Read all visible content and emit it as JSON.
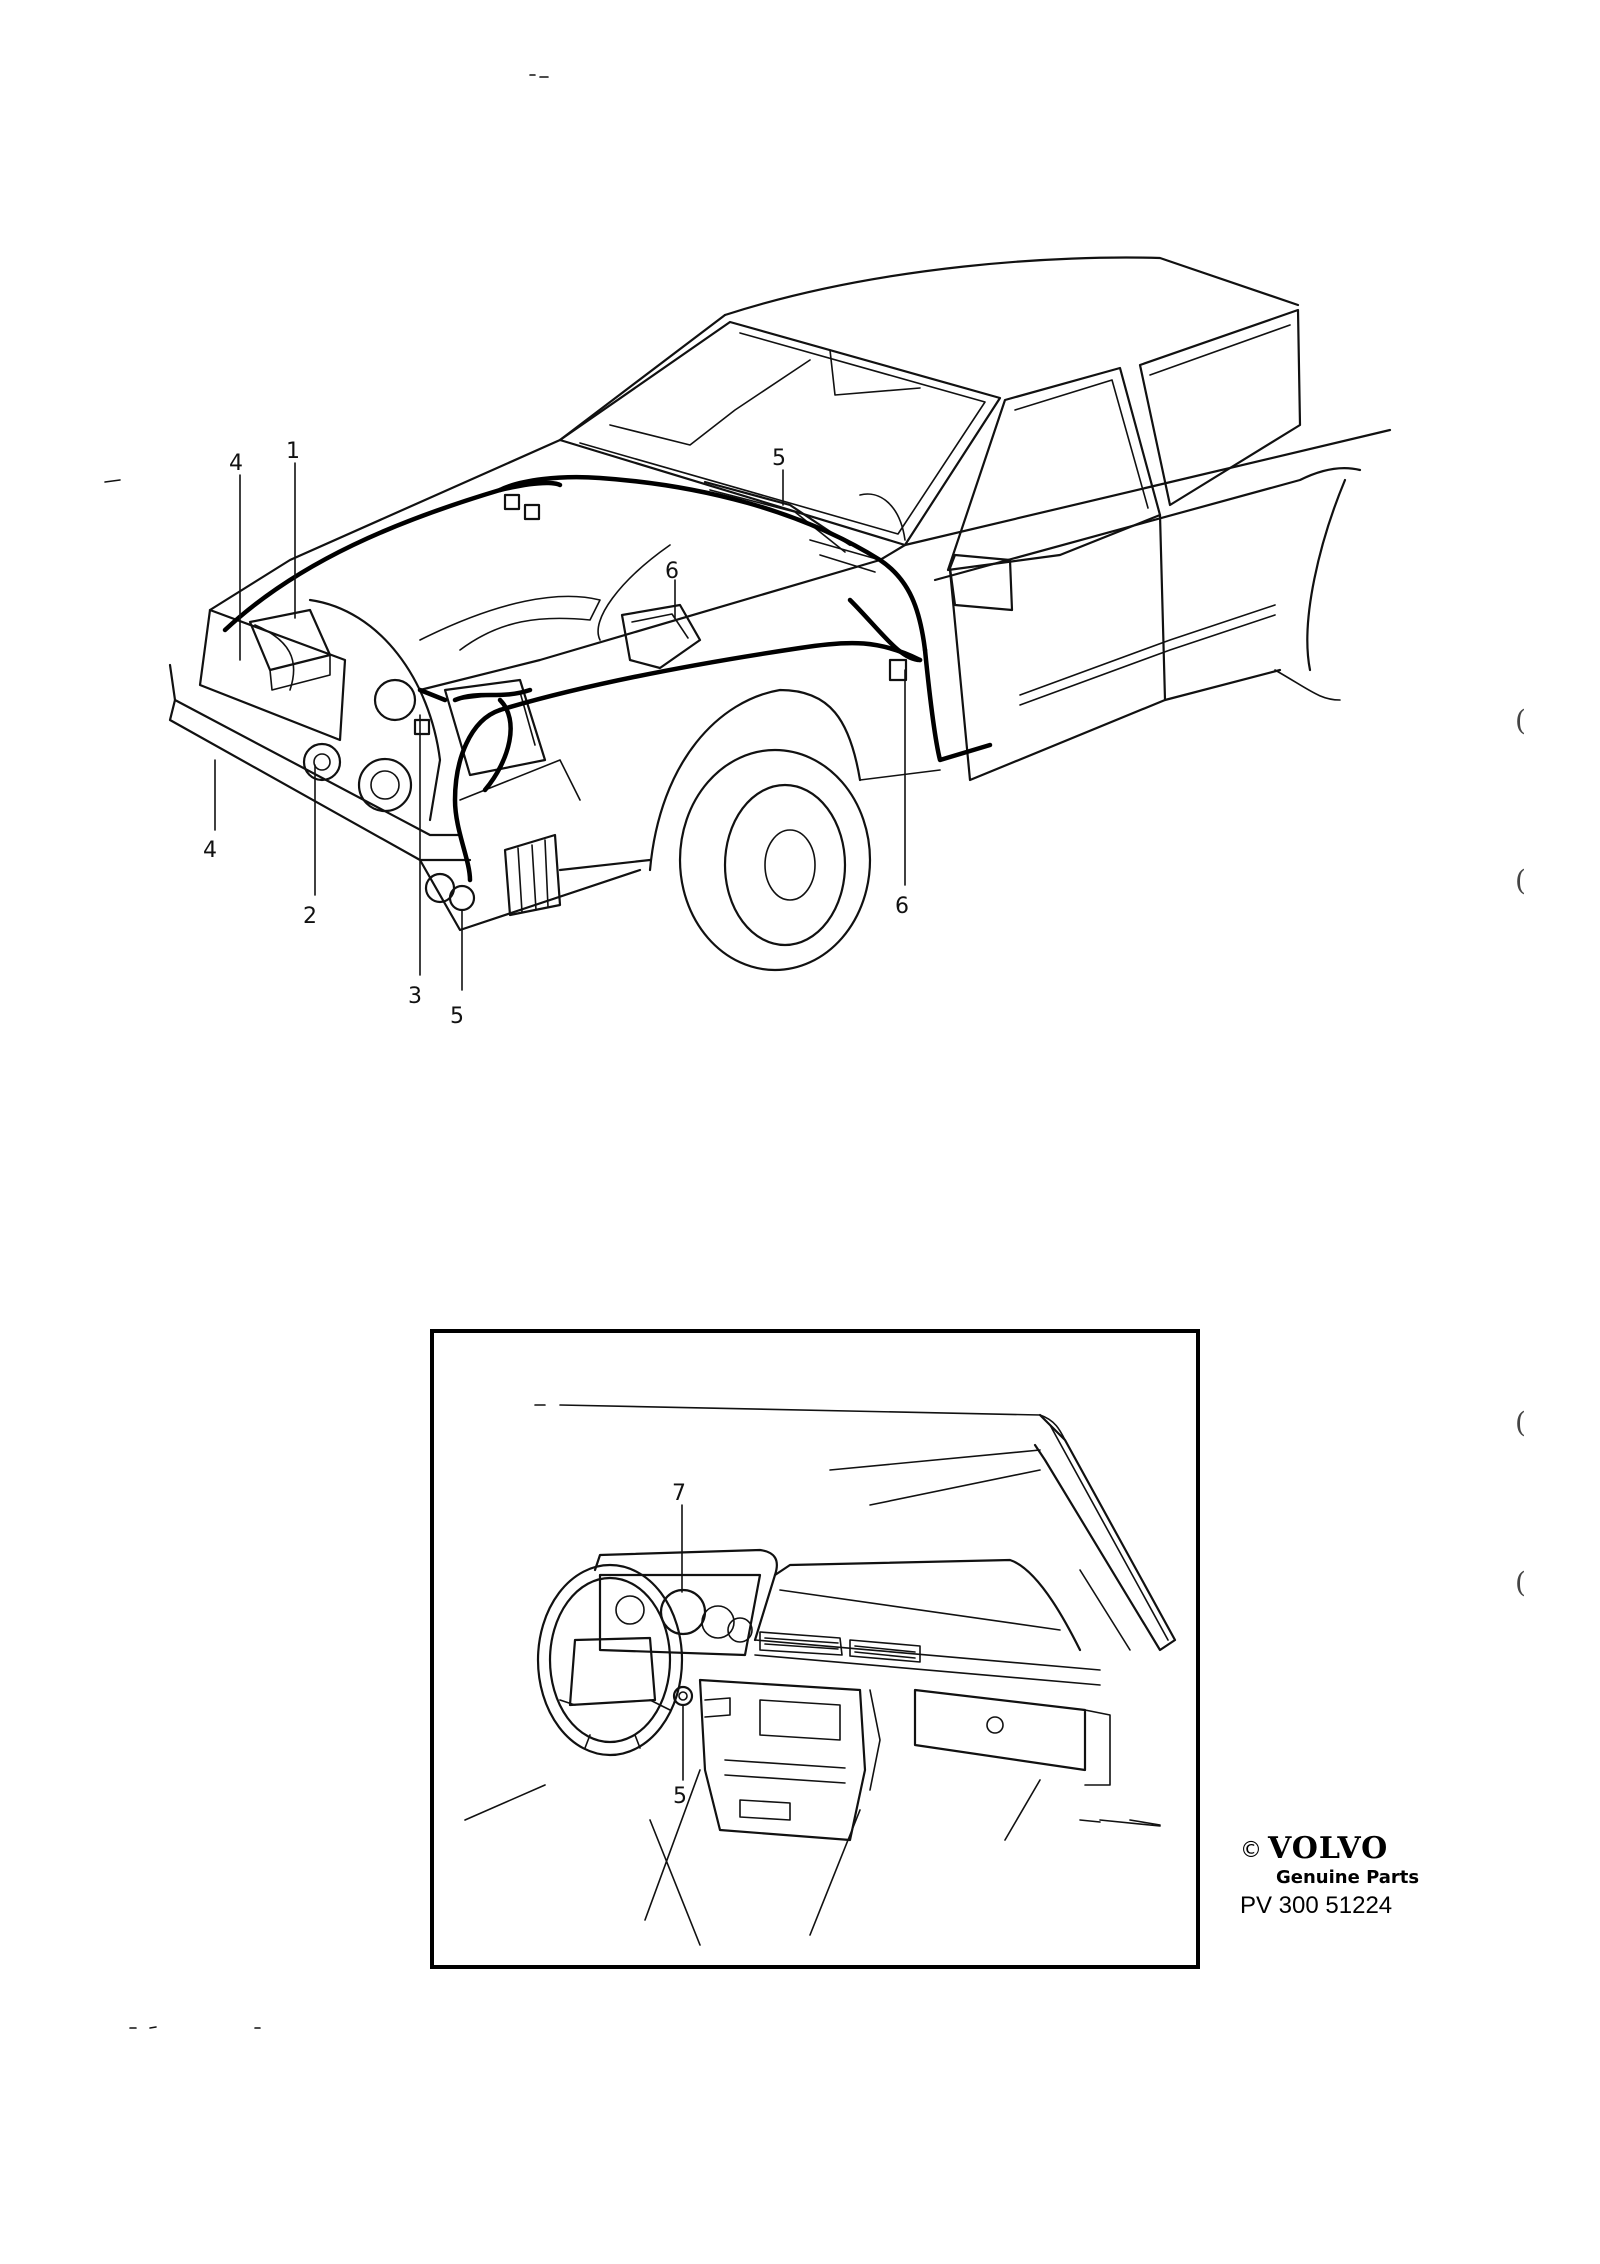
{
  "main_diagram": {
    "callouts": {
      "c1": "1",
      "c2": "2",
      "c3": "3",
      "c4_top": "4",
      "c4_bottom": "4",
      "c5_wiper": "5",
      "c5_lamp": "5",
      "c6_relay": "6",
      "c6_door": "6"
    }
  },
  "inset_diagram": {
    "callouts": {
      "c7": "7",
      "c5": "5"
    }
  },
  "branding": {
    "copyright": "©",
    "brand": "VOLVO",
    "tagline": "Genuine Parts",
    "part_code": "PV 300  51224"
  },
  "margin_marks": [
    "(",
    "(",
    "(",
    "("
  ]
}
